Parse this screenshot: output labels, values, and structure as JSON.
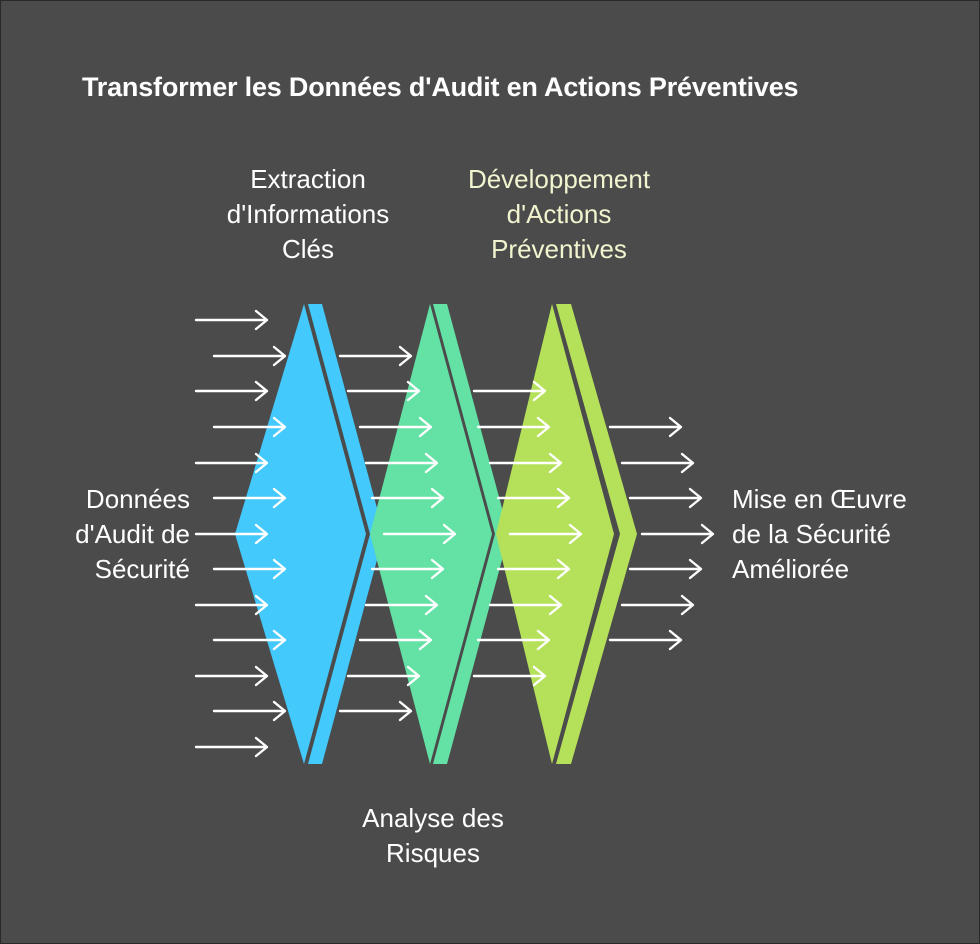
{
  "title": "Transformer les Données d'Audit en Actions Préventives",
  "stages": {
    "extraction": {
      "lines": [
        "Extraction",
        "d'Informations",
        "Clés"
      ],
      "color": "#43c9fb",
      "text_color": "#ffffff"
    },
    "analyse": {
      "lines": [
        "Analyse des",
        "Risques"
      ],
      "color": "#64e1a4",
      "text_color": "#ffffff"
    },
    "developpement": {
      "lines": [
        "Développement",
        "d'Actions",
        "Préventives"
      ],
      "color": "#b5e15a",
      "text_color": "#f1f4cf"
    }
  },
  "input": {
    "lines": [
      "Données",
      "d'Audit de",
      "Sécurité"
    ]
  },
  "output": {
    "lines": [
      "Mise en Œuvre",
      "de la Sécurité",
      "Améliorée"
    ]
  },
  "colors": {
    "background": "#4b4b4b",
    "arrow": "#ffffff"
  }
}
